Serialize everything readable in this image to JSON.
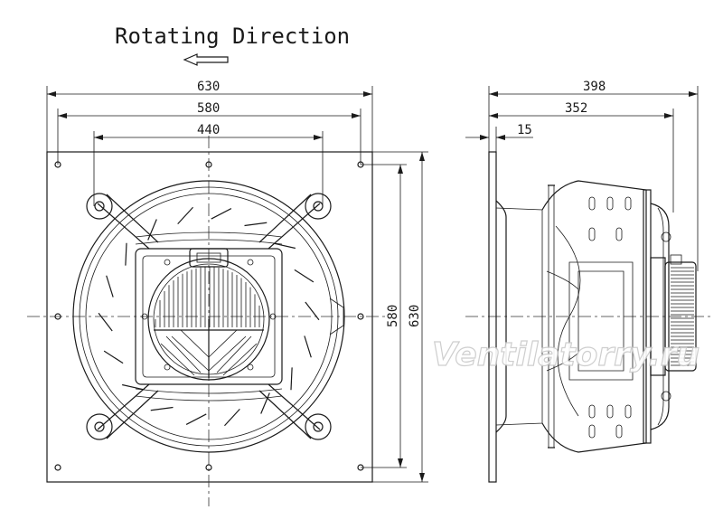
{
  "title": "Rotating Direction",
  "direction_arrow": "arrow-left-icon",
  "front_view": {
    "dim_width_total": "630",
    "dim_hole_spacing": "580",
    "dim_inner": "440",
    "dim_height_holes": "580",
    "dim_height_total": "630"
  },
  "side_view": {
    "dim_total_depth": "398",
    "dim_motor_depth": "352",
    "dim_plate": "15"
  },
  "watermark": "Ventilatorry.ru"
}
